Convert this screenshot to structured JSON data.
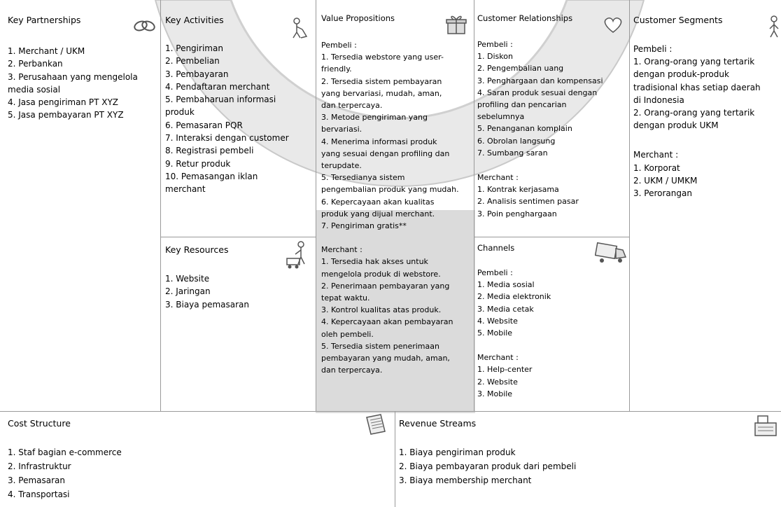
{
  "key_partnerships": {
    "title": "Key Partnerships",
    "icon": "chain-link-icon",
    "items": [
      "1. Merchant / UKM",
      "2. Perbankan",
      "3. Perusahaan yang mengelola",
      "media sosial",
      "4. Jasa pengiriman PT XYZ",
      "5. Jasa pembayaran PT XYZ"
    ]
  },
  "key_activities": {
    "title": "Key Activities",
    "icon": "worker-icon",
    "items": [
      "1. Pengiriman",
      "2. Pembelian",
      "3. Pembayaran",
      "4. Pendaftaran merchant",
      "5. Pembaharuan informasi",
      "produk",
      "6. Pemasaran PQR",
      "7. Interaksi dengan customer",
      "8. Registrasi pembeli",
      "9. Retur produk",
      "10. Pemasangan iklan",
      "merchant"
    ]
  },
  "key_resources": {
    "title": "Key Resources",
    "icon": "worker-cart-icon",
    "items": [
      "1. Website",
      "2. Jaringan",
      "3. Biaya pemasaran"
    ]
  },
  "value_propositions": {
    "title": "Value Propositions",
    "icon": "gift-icon",
    "pembeli_header": "Pembeli :",
    "pembeli": [
      "1. Tersedia webstore yang user-",
      "friendly.",
      "2. Tersedia sistem pembayaran",
      "yang bervariasi, mudah, aman,",
      "dan terpercaya.",
      "3. Metode pengiriman yang",
      "bervariasi.",
      "4. Menerima informasi produk",
      "yang sesuai dengan profiling dan",
      "terupdate.",
      "5. Tersedianya sistem",
      "pengembalian produk yang mudah.",
      "6. Kepercayaan akan kualitas",
      "produk yang dijual merchant.",
      "7. Pengiriman gratis**"
    ],
    "merchant_header": "Merchant :",
    "merchant": [
      "1. Tersedia hak akses untuk",
      "mengelola produk di webstore.",
      "2. Penerimaan pembayaran yang",
      "tepat waktu.",
      "3. Kontrol kualitas atas produk.",
      "4. Kepercayaan akan pembayaran",
      "oleh pembeli.",
      "5. Tersedia sistem penerimaan",
      "pembayaran yang mudah, aman,",
      "dan terpercaya."
    ]
  },
  "customer_relationships": {
    "title": "Customer Relationships",
    "icon": "heart-icon",
    "pembeli_header": "Pembeli :",
    "pembeli": [
      "1. Diskon",
      "2. Pengembalian uang",
      "3. Penghargaan dan kompensasi",
      "4. Saran produk sesuai dengan",
      "profiling dan pencarian",
      "sebelumnya",
      "5. Penanganan komplain",
      "6. Obrolan langsung",
      "7. Sumbang saran"
    ],
    "merchant_header": "Merchant :",
    "merchant": [
      "1. Kontrak kerjasama",
      "2. Analisis sentimen pasar",
      "3. Poin penghargaan"
    ]
  },
  "channels": {
    "title": "Channels",
    "icon": "truck-icon",
    "pembeli_header": "Pembeli :",
    "pembeli": [
      "1. Media sosial",
      "2. Media elektronik",
      "3. Media cetak",
      "4. Website",
      "5. Mobile"
    ],
    "merchant_header": "Merchant :",
    "merchant": [
      "1. Help-center",
      "2. Website",
      "3. Mobile"
    ]
  },
  "customer_segments": {
    "title": "Customer Segments",
    "icon": "person-icon",
    "pembeli_header": "Pembeli :",
    "pembeli": [
      "1. Orang-orang yang tertarik",
      "dengan produk-produk",
      "tradisional khas setiap daerah",
      "di Indonesia",
      "2. Orang-orang yang tertarik",
      "dengan produk UKM"
    ],
    "merchant_header": "Merchant :",
    "merchant": [
      "1. Korporat",
      "2. UKM / UMKM",
      "3. Perorangan"
    ]
  },
  "cost_structure": {
    "title": "Cost Structure",
    "icon": "document-icon",
    "items": [
      "1. Staf bagian e-commerce",
      "2. Infrastruktur",
      "3. Pemasaran",
      "4. Transportasi"
    ]
  },
  "revenue_streams": {
    "title": "Revenue Streams",
    "icon": "cash-register-icon",
    "items": [
      "1. Biaya pengiriman produk",
      "2. Biaya pembayaran produk dari pembeli",
      "3. Biaya membership merchant"
    ]
  }
}
